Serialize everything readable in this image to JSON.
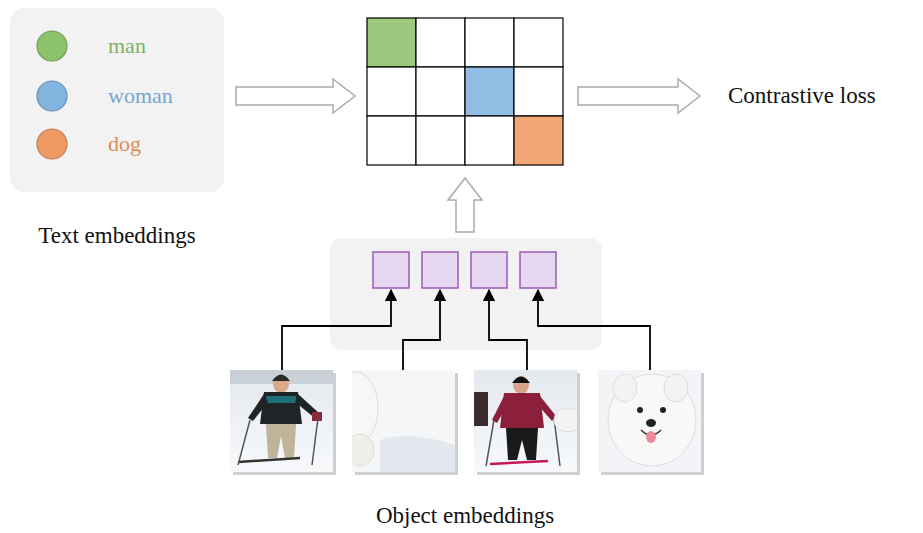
{
  "diagram": {
    "labels": [
      "Contrastive loss",
      "Text embeddings",
      "Object embeddings"
    ],
    "legend": [
      {
        "text": "man",
        "color": "#8dc26c"
      },
      {
        "text": "woman",
        "color": "#82b4e0"
      },
      {
        "text": "dog",
        "color": "#ef9a63"
      }
    ]
  }
}
